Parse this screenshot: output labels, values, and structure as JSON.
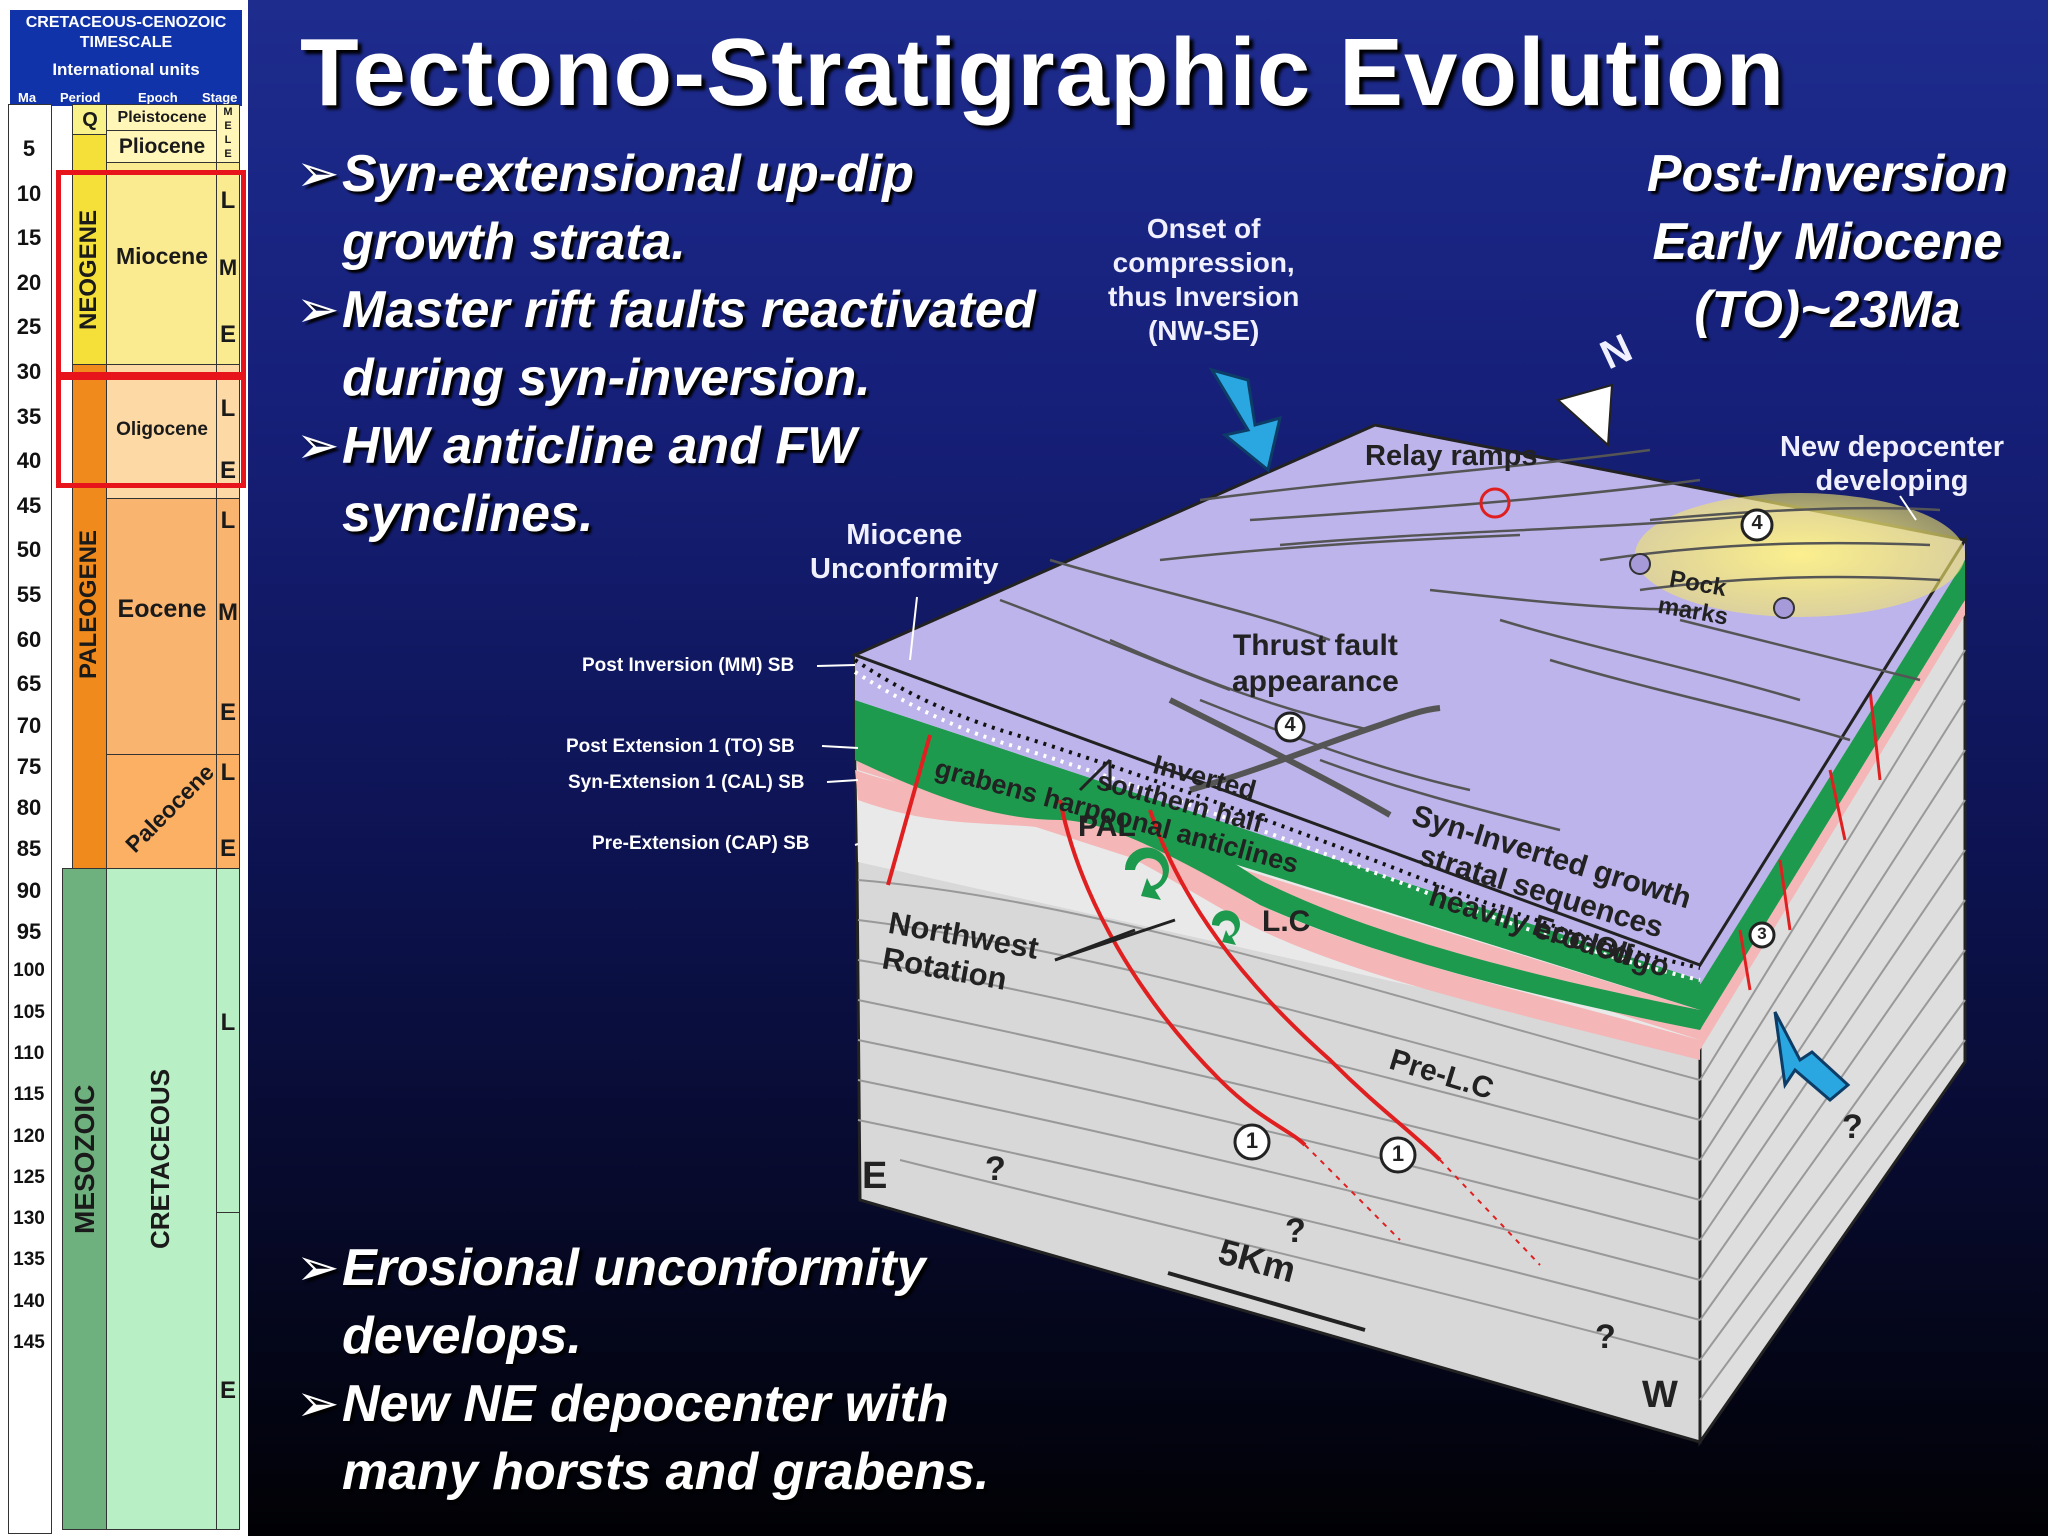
{
  "slide": {
    "title": "Tectono-Stratigraphic Evolution",
    "bullets_top": [
      {
        "line1": "Syn-extensional up-dip",
        "line2": "growth strata."
      },
      {
        "line1": "Master rift faults reactivated",
        "line2": "during syn-inversion."
      },
      {
        "line1": "HW anticline and FW",
        "line2": "synclines."
      }
    ],
    "bullets_bottom": [
      {
        "line1": "Erosional unconformity",
        "line2": "develops."
      },
      {
        "line1": "New NE depocenter with",
        "line2": "many horsts and grabens."
      }
    ],
    "bullet_symbol": "➢",
    "phase": {
      "line1": "Post-Inversion",
      "line2": "Early Miocene",
      "line3": "(TO)~23Ma"
    }
  },
  "timescale": {
    "title1": "CRETACEOUS-CENOZOIC",
    "title2": "TIMESCALE",
    "subtitle": "International units",
    "col_ma": "Ma",
    "col_period": "Period",
    "col_epoch": "Epoch",
    "col_stage": "Stage",
    "ma_ticks": [
      "5",
      "10",
      "15",
      "20",
      "25",
      "30",
      "35",
      "40",
      "45",
      "50",
      "55",
      "60",
      "65",
      "70",
      "75",
      "80",
      "85",
      "90",
      "95",
      "100",
      "105",
      "110",
      "115",
      "120",
      "125",
      "130",
      "135",
      "140",
      "145"
    ],
    "eras": {
      "mesozoic": "MESOZOIC"
    },
    "periods": {
      "q": "Q",
      "neogene": "NEOGENE",
      "paleogene": "PALEOGENE",
      "cretaceous": "CRETACEOUS"
    },
    "epochs": {
      "pleistocene": "Pleistocene",
      "pliocene": "Pliocene",
      "miocene": "Miocene",
      "oligocene": "Oligocene",
      "eocene": "Eocene",
      "paleocene": "Paleocene"
    },
    "stages": {
      "m": "M",
      "e": "E",
      "l": "L"
    },
    "colors": {
      "neogene": "#f5e03a",
      "paleogene": "#f08a1c",
      "mesozoic": "#6fb07f",
      "cretaceous": "#b9efc4",
      "miocene": "#fbeb90",
      "oligocene": "#fcd9a5",
      "eocene": "#f9b56f",
      "paleocene": "#fcb064",
      "highlight": "#e8141c"
    }
  },
  "diagram": {
    "onset": {
      "line1": "Onset of",
      "line2": "compression,",
      "line3": "thus Inversion",
      "line4": "(NW-SE)"
    },
    "north": "N",
    "relay_ramps": "Relay ramps",
    "new_depocenter": {
      "line1": "New depocenter",
      "line2": "developing"
    },
    "pock_marks": {
      "line1": "Pock",
      "line2": "marks"
    },
    "miocene_unconformity": {
      "line1": "Miocene",
      "line2": "Unconformity"
    },
    "thrust_fault": {
      "line1": "Thrust fault",
      "line2": "appearance"
    },
    "inverted": {
      "line1": "Inverted",
      "line2": "southern half",
      "line3": "grabens harpoonal anticlines"
    },
    "syn_inverted": {
      "line1": "Syn-Inverted growth",
      "line2": "stratal sequences",
      "line3": "heavily eroded"
    },
    "eoc_oligo": "Eoc-Oligo",
    "pal": "PAL",
    "lc": "L.C",
    "pre_lc": "Pre-L.C",
    "northwest_rotation": {
      "line1": "Northwest",
      "line2": "Rotation"
    },
    "sequence_boundaries": [
      "Post Inversion (MM) SB",
      "Post Extension 1 (TO) SB",
      "Syn-Extension 1 (CAL) SB",
      "Pre-Extension (CAP) SB"
    ],
    "markers": {
      "one": "1",
      "three": "3",
      "four": "4"
    },
    "unknown": "?",
    "scale": "5Km",
    "side_e": "E",
    "side_w": "W",
    "colors": {
      "top_surface": "#bcb4ea",
      "green": "#1d9a4e",
      "pink": "#f4b6b6",
      "grey": "#d9d9d9",
      "fault": "#e02020",
      "arrow": "#2aa6e0",
      "depocenter": "#f7ec7a"
    }
  }
}
